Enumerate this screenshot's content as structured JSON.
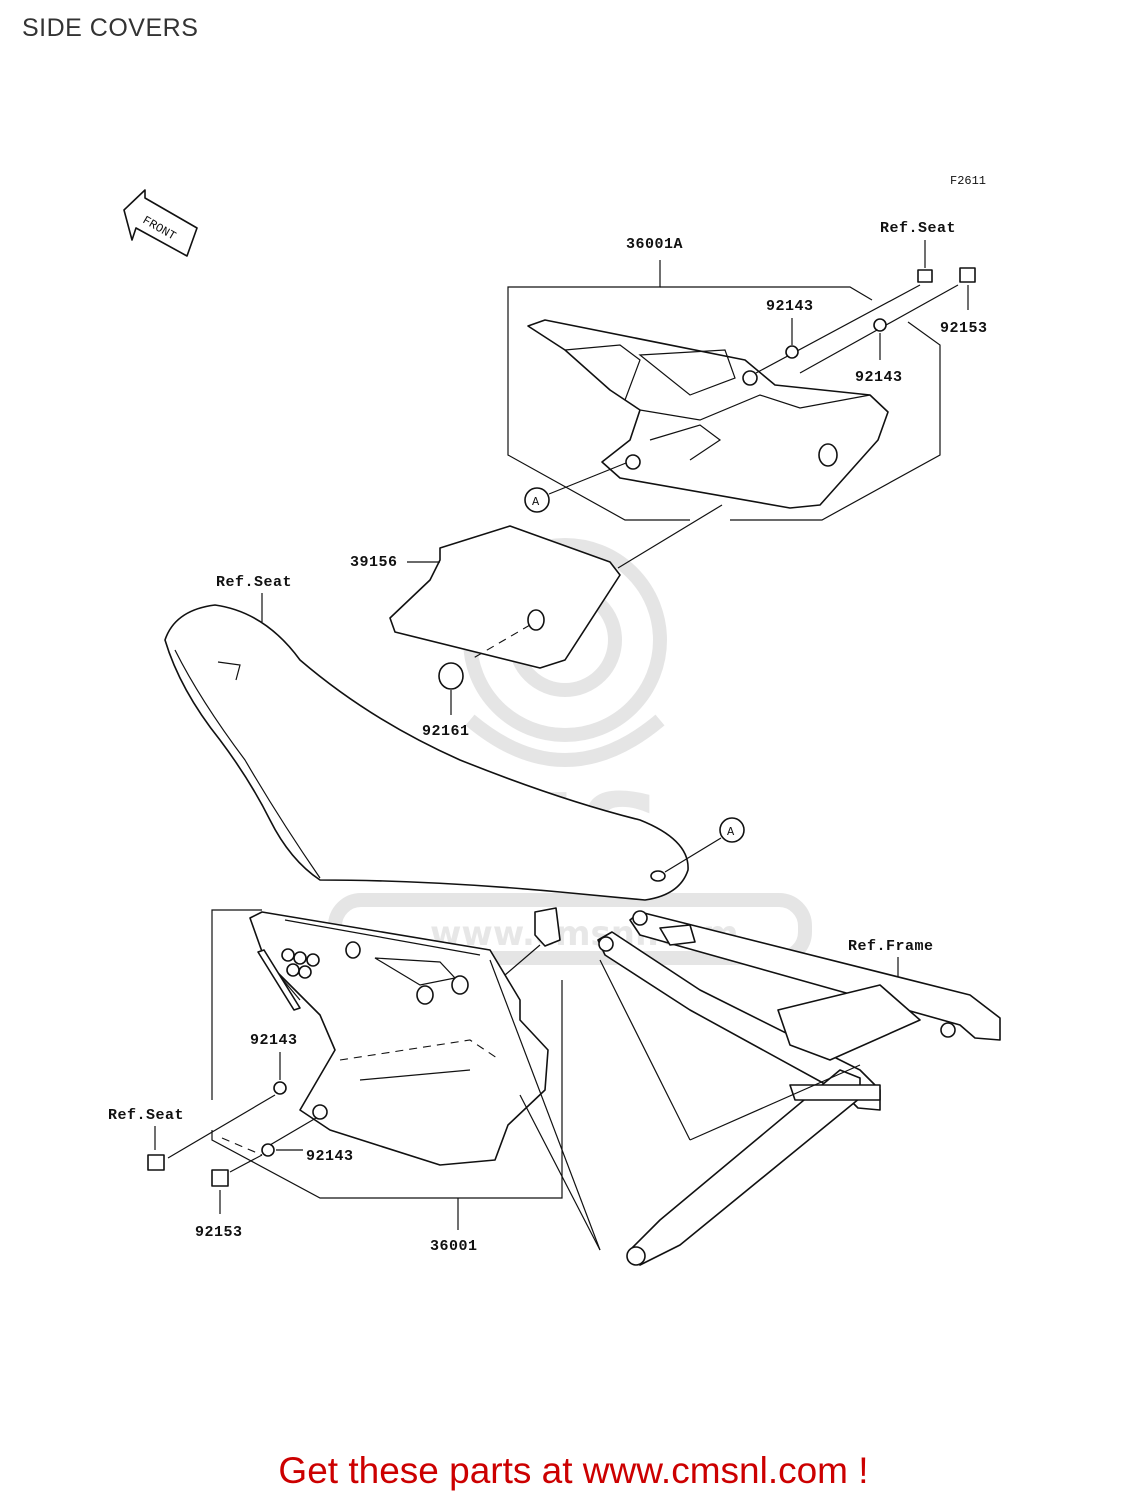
{
  "page": {
    "title": "SIDE COVERS",
    "figure_code": "F2611",
    "footer_link_text": "Get these parts at www.cmsnl.com !"
  },
  "front_arrow": {
    "label": "FRONT"
  },
  "watermark": {
    "brand": "CMS",
    "site": "www.cmsnl.com"
  },
  "callouts": {
    "cover_right": "36001A",
    "ref_seat_top": "Ref.Seat",
    "washer_top_a": "92143",
    "bolt_top": "92153",
    "washer_top_b": "92143",
    "marker_a_top": "A",
    "decal": "39156",
    "ref_seat_mid": "Ref.Seat",
    "grommet": "92161",
    "marker_a_mid": "A",
    "ref_frame": "Ref.Frame",
    "washer_left_a": "92143",
    "ref_seat_left": "Ref.Seat",
    "washer_left_b": "92143",
    "bolt_left": "92153",
    "cover_left": "36001"
  },
  "colors": {
    "cta": "#cc0000",
    "line": "#111111",
    "watermark": "#d0d0d0"
  }
}
